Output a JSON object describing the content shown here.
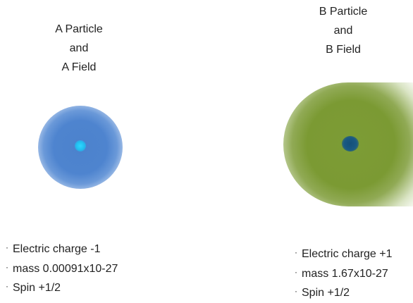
{
  "particle_a": {
    "title_lines": [
      "A Particle",
      "and",
      "A Field"
    ],
    "field_color": "#4e84cf",
    "core_color": "#2fd6ff",
    "properties": [
      "Electric charge -1",
      "mass  0.00091x10-27",
      "Spin +1/2"
    ]
  },
  "particle_b": {
    "title_lines": [
      "B Particle",
      "and",
      "B Field"
    ],
    "field_color": "#7b9a33",
    "core_color": "#1a5a84",
    "properties": [
      "Electric charge +1",
      "mass  1.67x10-27",
      "Spin +1/2"
    ]
  }
}
